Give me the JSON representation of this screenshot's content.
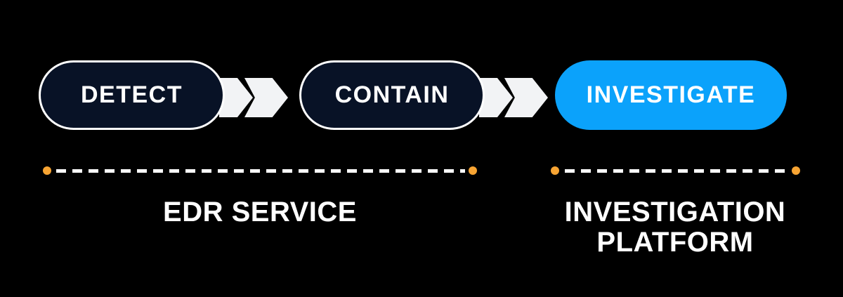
{
  "diagram": {
    "steps": [
      {
        "label": "DETECT",
        "variant": "navy"
      },
      {
        "label": "CONTAIN",
        "variant": "navy"
      },
      {
        "label": "INVESTIGATE",
        "variant": "blue"
      }
    ],
    "stages": [
      {
        "label": "EDR SERVICE"
      },
      {
        "label": "INVESTIGATION PLATFORM"
      }
    ],
    "icons": [
      {
        "name": "chevron-right-icon",
        "count": 4
      }
    ]
  },
  "colors": {
    "background": "#000000",
    "pill_navy": "#081226",
    "pill_blue": "#0ba2fb",
    "pill_border": "#ffffff",
    "pill_text": "#ffffff",
    "arrow": "#f2f3f5",
    "dash": "#ffffff",
    "dot": "#f7a433",
    "label_text": "#ffffff"
  }
}
